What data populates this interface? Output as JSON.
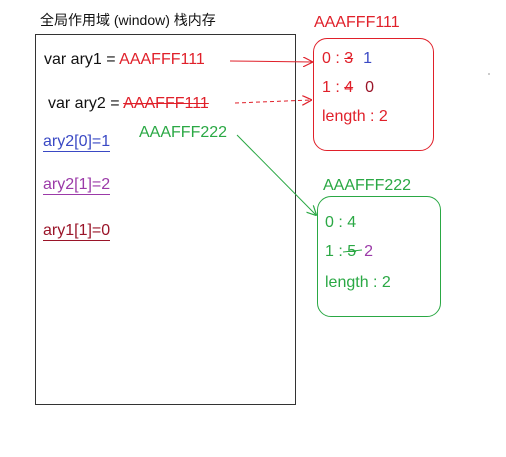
{
  "scope": {
    "title": "全局作用域 (window)  栈内存",
    "line1": {
      "name": "var ary1 = ",
      "value": "AAAFFF111"
    },
    "line2": {
      "name": "var ary2 = ",
      "old_value": "AAAFFF111",
      "new_value": "AAAFFF222"
    },
    "stmt1": "ary2[0]=1",
    "stmt2": "ary2[1]=2",
    "stmt3": "ary1[1]=0"
  },
  "heap1": {
    "label": "AAAFFF111",
    "rows": [
      {
        "key": "0 : ",
        "old": "3",
        "new": "1"
      },
      {
        "key": "1 : ",
        "old": "4",
        "new": "0"
      }
    ],
    "length": "length : 2"
  },
  "heap2": {
    "label": "AAAFFF222",
    "row0": "0 : 4",
    "row1": {
      "key": "1 : ",
      "old": "5",
      "new": "2"
    },
    "length": "length : 2"
  },
  "colors": {
    "red": "#e0202a",
    "green": "#2aa844",
    "blue": "#3a49c4",
    "purple": "#9b3aa8",
    "darkred": "#9a1428"
  }
}
